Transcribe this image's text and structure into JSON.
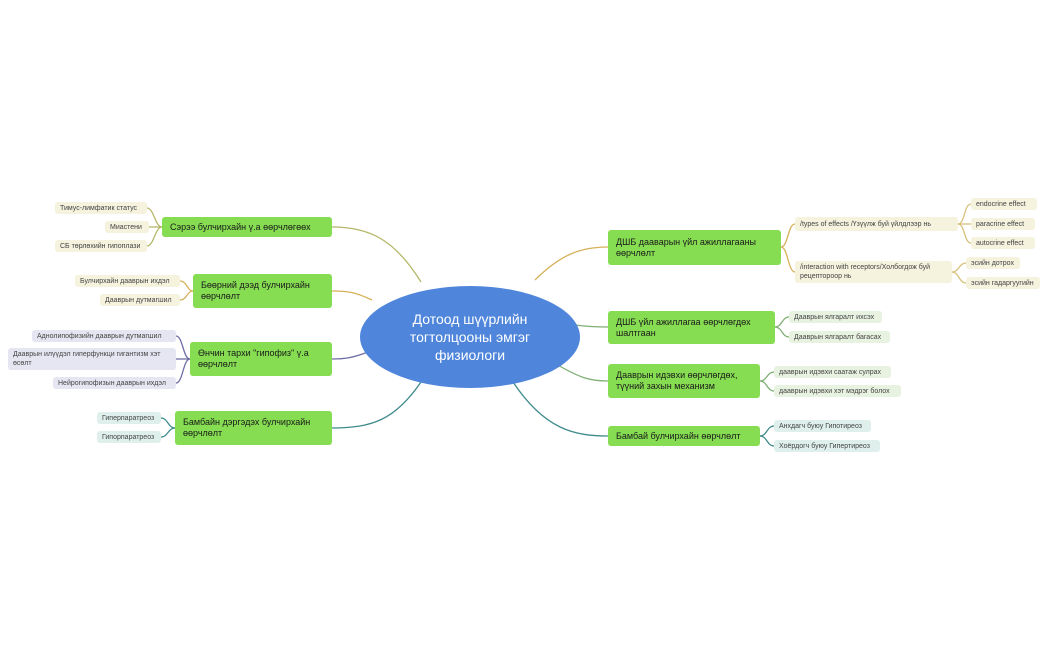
{
  "root": {
    "title": "Дотоод шүүрлийн тогтолцооны эмгэг физиологи"
  },
  "branches": {
    "b1": {
      "label": "Сэрээ булчирхайн ү.а өөрчлөгөөх",
      "leaves": [
        "Тимус-лимфатик статус",
        "Миастени",
        "СБ төрлөхийн гипоплази"
      ]
    },
    "b2": {
      "label": "Бөөрний дээд булчирхайн өөрчлөлт",
      "leaves": [
        "Булчирхайн дааврын ихдэл",
        "Дааврын дутмагшил"
      ]
    },
    "b3": {
      "label": "Өнчин тархи \"гипофиз\" ү.а өөрчлөлт",
      "leaves": [
        "Аднолипофизийн дааврын дутмагшил",
        "Дааврын илүүдэл гиперфункци гигантизм хэт өсөлт",
        "Нейрогипофизын дааврын ихдэл"
      ]
    },
    "b4": {
      "label": "Бамбайн дэргэдэх булчирхайн өөрчлөлт",
      "leaves": [
        "Гиперпаратреоз",
        "Гипорпаратреоз"
      ]
    },
    "b5": {
      "label": "ДШБ дааварын үйл ажиллагааны өөрчлөлт",
      "sub1": {
        "label": "/types of effects /Үзүүлж буй үйлдлээр нь",
        "leaves": [
          "endocrine effect",
          "paracrine effect",
          "autocrine effect"
        ]
      },
      "sub2": {
        "label": "/interaction with receptors/Холбогдож буй рецептороор нь",
        "leaves": [
          "эсийн дотрох",
          "эсийн гадаргуугийн"
        ]
      }
    },
    "b6": {
      "label": "ДШБ үйл ажиллагаа өөрчлөгдөх шалтгаан",
      "leaves": [
        "Дааврын ялгаралт ихсэх",
        "Дааврын ялгаралт багасах"
      ]
    },
    "b7": {
      "label": "Дааврын идэвхи өөрчлөгдөх, түүний захын механизм",
      "leaves": [
        "дааврын идэвхи саатаж сулрах",
        "дааврын идэвхи хэт мэдрэг болох"
      ]
    },
    "b8": {
      "label": "Бамбай булчирхайн өөрчлөлт",
      "leaves": [
        "Анхдагч буюу Гипотиреоз",
        "Хоёрдогч буюу Гипертиреоз"
      ]
    }
  },
  "colors": {
    "root": "#4f86db",
    "branch": "#86dd52",
    "link_olive": "#b5b76a",
    "link_gold": "#d6b15a",
    "link_purple": "#6f6da5",
    "link_teal": "#3f8b8c",
    "link_green": "#7eae73",
    "link_yellow": "#d7c07b"
  }
}
